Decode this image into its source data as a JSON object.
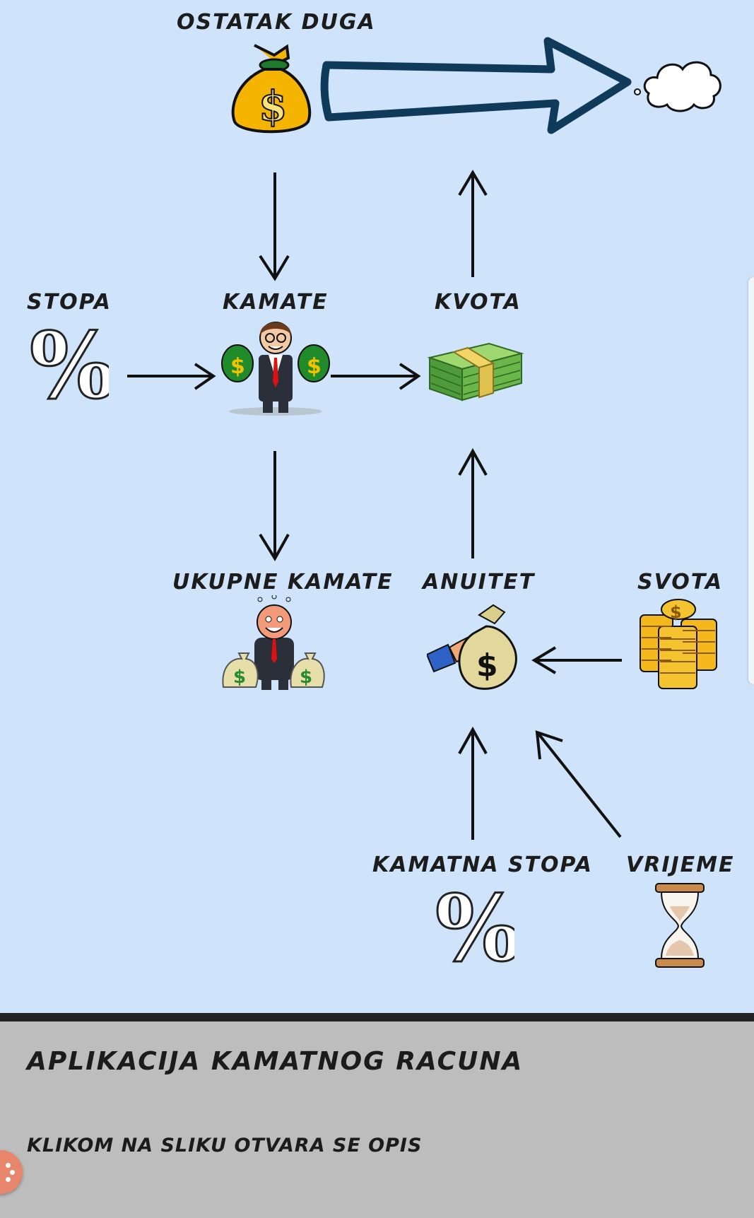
{
  "diagram": {
    "nodes": {
      "ostatak_duga": "OSTATAK DUGA",
      "stopa": "STOPA",
      "kamate": "KAMATE",
      "kvota": "KVOTA",
      "ukupne_kamate": "UKUPNE KAMATE",
      "anuitet": "ANUITET",
      "svota": "SVOTA",
      "kamatna_stopa": "KAMATNA STOPA",
      "vrijeme": "VRIJEME"
    },
    "percent_symbol": "%",
    "dollar_symbol": "$"
  },
  "footer": {
    "title": "APLIKACIJA KAMATNOG RACUNA",
    "hint": "KLIKOM NA SLIKU OTVARA SE OPIS"
  },
  "colors": {
    "background": "#cfe4fa",
    "footer": "#bdbdbd",
    "fab": "#e8866b",
    "big_arrow": "#0f3a5a"
  }
}
